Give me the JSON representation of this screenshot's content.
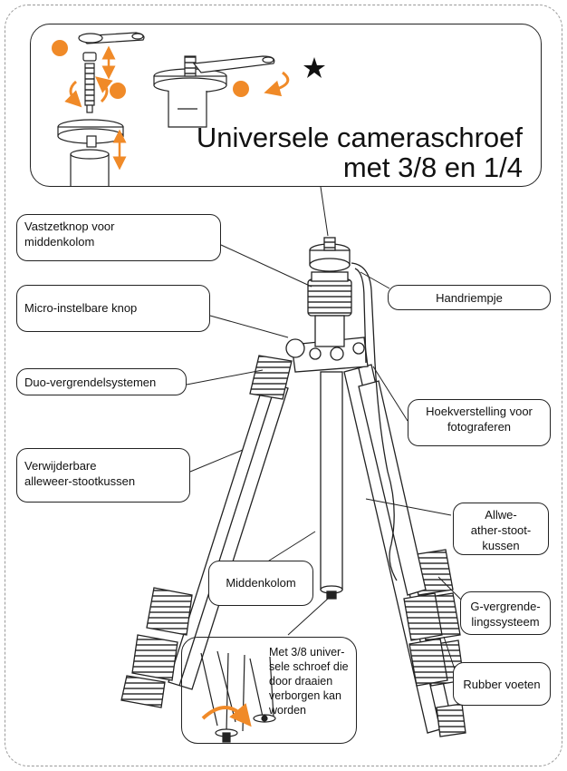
{
  "title": {
    "line1": "Universele cameraschroef",
    "line2": "met 3/8 en 1/4"
  },
  "callouts": {
    "center_column_lock": [
      "Vastzetknop voor",
      "middenkolom"
    ],
    "hand_strap": [
      "Handriempje"
    ],
    "micro_adjust_knob": [
      "Micro-instelbare knop"
    ],
    "duo_locking": [
      "Duo-vergrendelsystemen"
    ],
    "angle_adjust": [
      "Hoekverstelling voor",
      "fotograferen"
    ],
    "removable_cushion": [
      "Verwijderbare",
      "alleweer-stootkussen"
    ],
    "allweather_cushion": [
      "Allwe-",
      "ather-stoot-",
      "kussen"
    ],
    "center_column": [
      "Middenkolom"
    ],
    "g_locking": [
      "G-vergrende-",
      "lingssysteem"
    ],
    "rubber_feet": [
      "Rubber voeten"
    ],
    "hidden_screw": [
      "Met 3/8 univer-",
      "sele schroef die",
      "door draaien",
      "verborgen kan",
      "worden"
    ]
  },
  "colors": {
    "accent": "#F08A28",
    "line": "#222222",
    "border": "#9A9A9A"
  },
  "icons": [
    "star-icon",
    "rotate-arrow-icon",
    "up-down-arrow-icon",
    "orange-dot-icon"
  ]
}
